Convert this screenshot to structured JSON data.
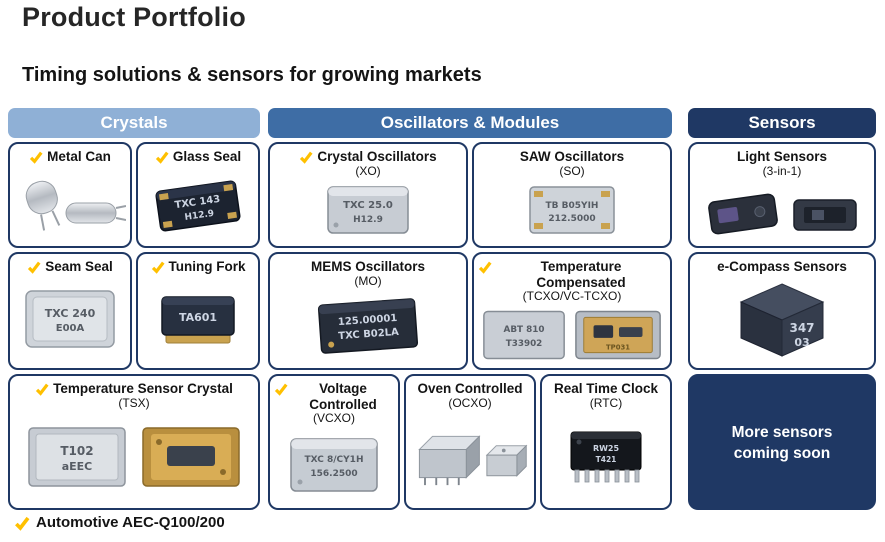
{
  "page": {
    "title": "Product Portfolio",
    "subtitle": "Timing solutions & sensors for growing markets",
    "footnote": "Automotive AEC-Q100/200"
  },
  "headers": {
    "crystals": "Crystals",
    "oscillators": "Oscillators & Modules",
    "sensors": "Sensors"
  },
  "cells": {
    "metal_can": {
      "label": "Metal Can",
      "checked": true
    },
    "glass_seal": {
      "label": "Glass Seal",
      "checked": true,
      "chip_line1": "TXC 143",
      "chip_line2": "H12.9"
    },
    "seam_seal": {
      "label": "Seam Seal",
      "checked": true,
      "chip_line1": "TXC 240",
      "chip_line2": "E00A"
    },
    "tuning_fork": {
      "label": "Tuning Fork",
      "checked": true,
      "chip_line1": "TA601"
    },
    "tsx": {
      "label": "Temperature Sensor Crystal",
      "sublabel": "(TSX)",
      "checked": true,
      "chip_line1": "T102",
      "chip_line2": "aEEC"
    },
    "xo": {
      "label": "Crystal Oscillators",
      "sublabel": "(XO)",
      "checked": true,
      "chip_line1": "TXC 25.0",
      "chip_line2": "H12.9"
    },
    "so": {
      "label": "SAW Oscillators",
      "sublabel": "(SO)",
      "checked": false,
      "chip_line1": "TB B05YIH",
      "chip_line2": "212.5000"
    },
    "mo": {
      "label": "MEMS Oscillators",
      "sublabel": "(MO)",
      "checked": false,
      "chip_line1": "125.00001",
      "chip_line2": "TXC B02LA"
    },
    "tcxo": {
      "label": "Temperature Compensated",
      "sublabel": "(TCXO/VC-TCXO)",
      "checked": true,
      "chip_line1": "ABT 810",
      "chip_line2": "T33902",
      "chip2_line1": "TP031"
    },
    "vcxo": {
      "label": "Voltage Controlled",
      "sublabel": "(VCXO)",
      "checked": true,
      "chip_line1": "TXC 8/CY1H",
      "chip_line2": "156.2500"
    },
    "ocxo": {
      "label": "Oven Controlled",
      "sublabel": "(OCXO)",
      "checked": false
    },
    "rtc": {
      "label": "Real Time Clock",
      "sublabel": "(RTC)",
      "checked": false,
      "chip_line1": "RW25",
      "chip_line2": "T421"
    },
    "light": {
      "label": "Light Sensors",
      "sublabel": "(3-in-1)",
      "checked": false
    },
    "ecompass": {
      "label": "e-Compass Sensors",
      "checked": false,
      "chip_line1": "347",
      "chip_line2": "03"
    },
    "more": {
      "line1": "More sensors",
      "line2": "coming soon"
    }
  },
  "colors": {
    "crystals_header": "#8FB0D6",
    "oscillators_header": "#3E6DA5",
    "sensors_header": "#1F3864",
    "cell_border": "#1F3864",
    "check": "#FFC000"
  }
}
